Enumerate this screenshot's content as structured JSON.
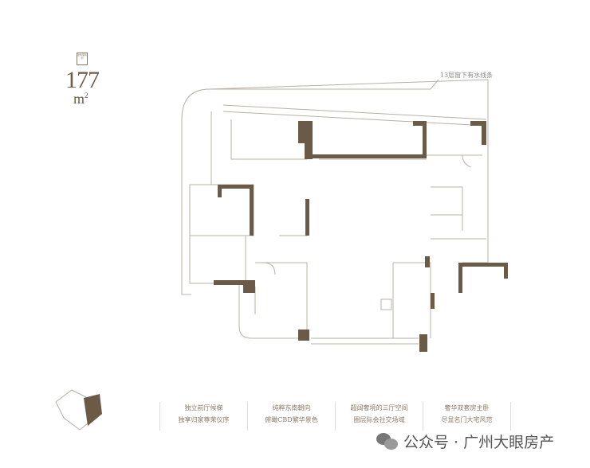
{
  "unit_badge": "建筑面积约",
  "area_value": "177",
  "area_unit": "m",
  "area_unit_sup": "2",
  "plan_note": "13层窗下有水线条",
  "colors": {
    "wall": "#6b5a45",
    "line": "#b8b0a4",
    "text": "#8a7a66"
  },
  "features": [
    {
      "line1": "独立前厅候梯",
      "line2": "独享归家尊荣仪序"
    },
    {
      "line1": "纯粹东南朝向",
      "line2": "俯瞰CBD繁华景色"
    },
    {
      "line1": "超阔奢境的三厅空间",
      "line2": "圈层际会社交场域"
    },
    {
      "line1": "奢华双套房主卧",
      "line2": "尽显名门大宅风范"
    }
  ],
  "watermark": {
    "icon": "wechat-icon",
    "text": "公众号 · 广州大眼房产"
  }
}
